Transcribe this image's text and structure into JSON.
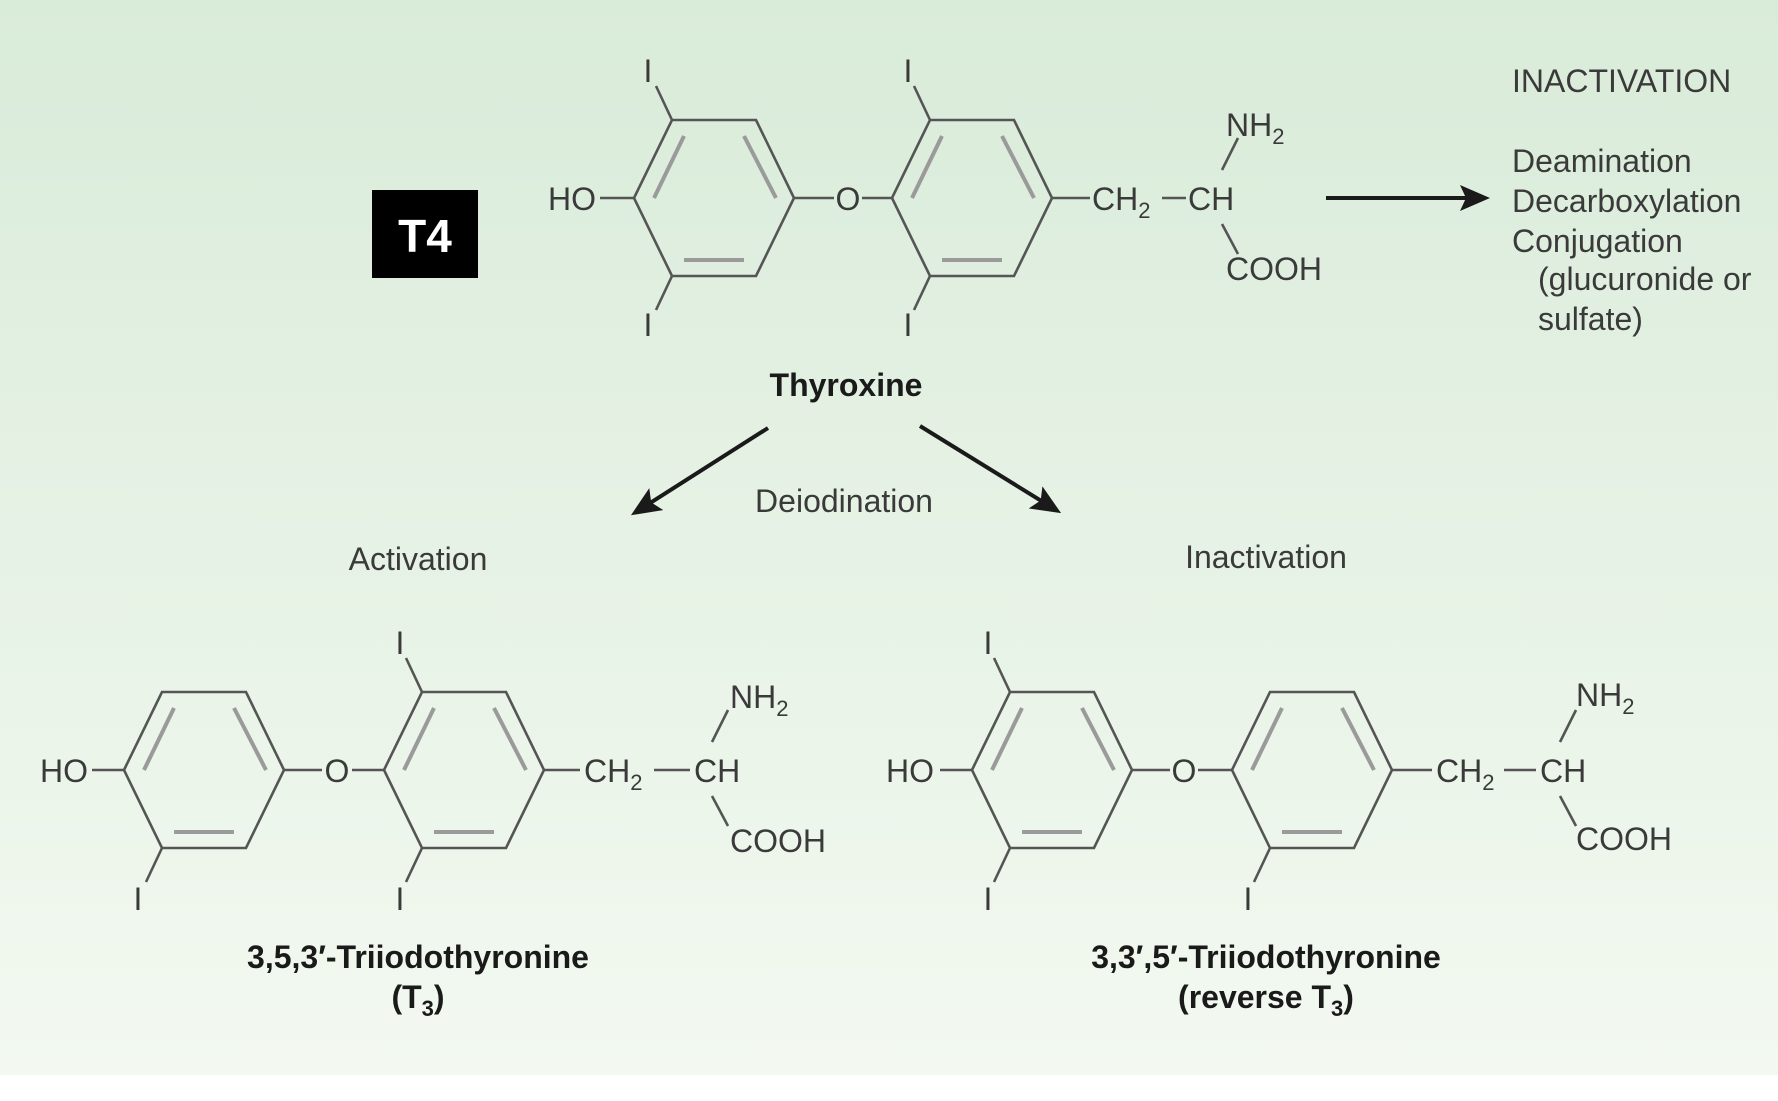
{
  "badge": {
    "label": "T4"
  },
  "atoms": {
    "iodine": "I",
    "hydroxyl": "HO",
    "ether_oxygen": "O",
    "methylene_base": "CH",
    "methylene_sub": "2",
    "methine": "CH",
    "amine_base": "NH",
    "amine_sub": "2",
    "carboxyl": "COOH"
  },
  "thyroxine": {
    "name": "Thyroxine"
  },
  "inactivation_box": {
    "heading": "INACTIVATION",
    "lines": [
      "Deamination",
      "Decarboxylation",
      "Conjugation",
      "(glucuronide or",
      "sulfate)"
    ]
  },
  "deiodination": {
    "label": "Deiodination",
    "left_label": "Activation",
    "right_label": "Inactivation"
  },
  "t3": {
    "name": "3,5,3′-Triiodothyronine",
    "abbr_open": "(T",
    "abbr_sub": "3",
    "abbr_close": ")"
  },
  "reverse_t3": {
    "name": "3,3′,5′-Triiodothyronine",
    "abbr_open": "(reverse T",
    "abbr_sub": "3",
    "abbr_close": ")"
  },
  "colors": {
    "background_top": "#d9ebd9",
    "background_bottom": "#f3f9f1",
    "badge_bg": "#000000",
    "badge_text": "#ffffff",
    "bond": "#555555",
    "arrow": "#1a1a1a"
  }
}
